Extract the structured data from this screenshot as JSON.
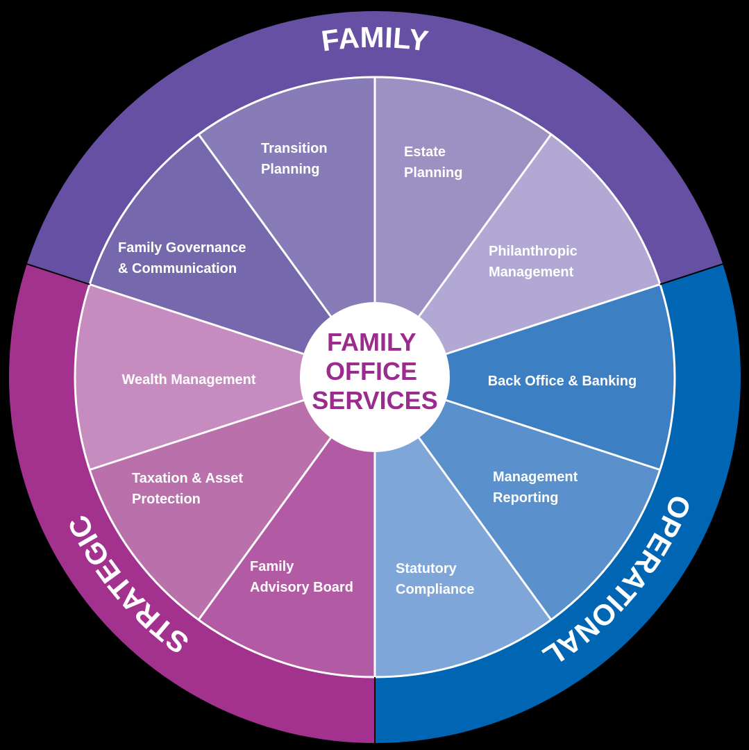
{
  "center": {
    "lines": [
      "FAMILY",
      "OFFICE",
      "SERVICES"
    ],
    "color": "#9b2c8e"
  },
  "rings": [
    {
      "id": "family",
      "label": "FAMILY",
      "color": "#6650a4"
    },
    {
      "id": "operational",
      "label": "OPERATIONAL",
      "color": "#0066b3"
    },
    {
      "id": "strategic",
      "label": "STRATEGIC",
      "color": "#a3318e"
    }
  ],
  "segments": [
    {
      "id": "estate-planning",
      "lines": [
        "Estate",
        "Planning"
      ],
      "color": "#9d91c4"
    },
    {
      "id": "philanthropic-management",
      "lines": [
        "Philanthropic",
        "Management"
      ],
      "color": "#b1a8d3"
    },
    {
      "id": "back-office-banking",
      "lines": [
        "Back Office & Banking"
      ],
      "color": "#3d7fc3"
    },
    {
      "id": "management-reporting",
      "lines": [
        "Management",
        "Reporting"
      ],
      "color": "#5a90cc"
    },
    {
      "id": "statutory-compliance",
      "lines": [
        "Statutory",
        "Compliance"
      ],
      "color": "#7fa6d9"
    },
    {
      "id": "family-advisory-board",
      "lines": [
        "Family",
        "Advisory Board"
      ],
      "color": "#b35aa5"
    },
    {
      "id": "taxation-asset-protection",
      "lines": [
        "Taxation & Asset",
        "Protection"
      ],
      "color": "#ba70ab"
    },
    {
      "id": "wealth-management",
      "lines": [
        "Wealth Management"
      ],
      "color": "#c68cbf"
    },
    {
      "id": "family-governance-communication",
      "lines": [
        "Family Governance",
        "& Communication"
      ],
      "color": "#7668ad"
    },
    {
      "id": "transition-planning",
      "lines": [
        "Transition",
        "Planning"
      ],
      "color": "#887cb8"
    }
  ]
}
